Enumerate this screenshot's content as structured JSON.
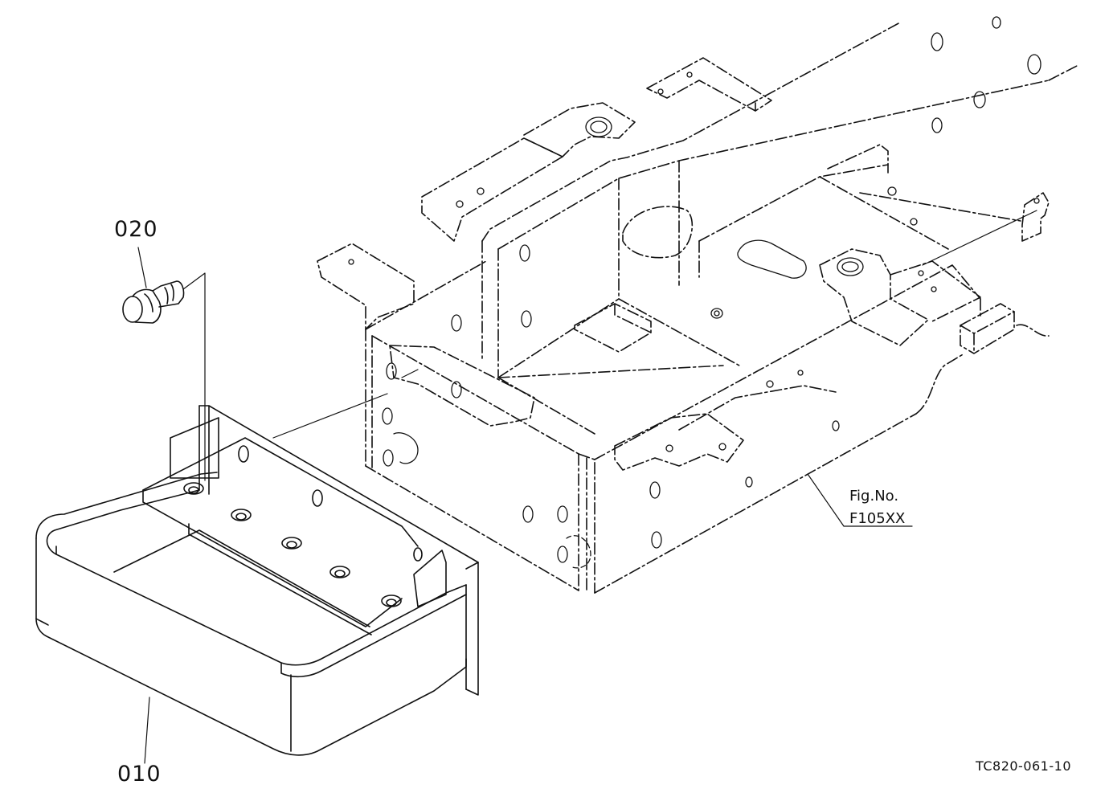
{
  "diagram": {
    "callouts": {
      "part_020": "020",
      "part_010": "010"
    },
    "fig_ref": {
      "line1": "Fig.No.",
      "line2": "F105XX"
    },
    "drawing_code": "TC820-061-10"
  },
  "style": {
    "line_color": "#111111",
    "background": "#ffffff"
  }
}
